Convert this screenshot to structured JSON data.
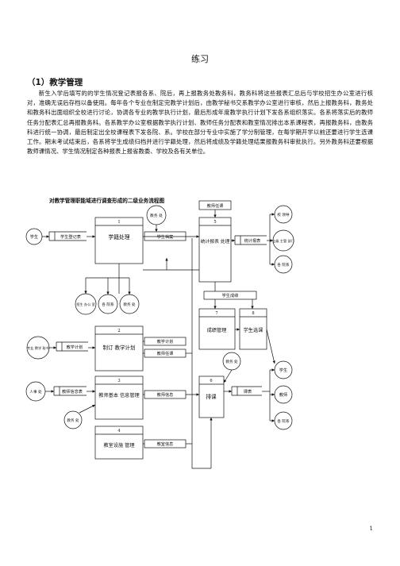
{
  "title": "练习",
  "section_heading": "（1）教学管理",
  "paragraph": "新生入学后填写的的学生情况登记表报各系、院后，再上报教务处教务科，教务科将这些报表汇总后与学校招生办公室进行核对，准确无误后存档以备使用。每年各个专业在制定完教学计划后，由教学秘书交系教学办公室进行审核，然后上报教务科，教务处和教务科出面组织全校进行讨论，协调各专业的教学执行计划，最后形成年度教学执行计划下发各系组织落实。各系将落实后的教师任务分配表汇总再报教务科。各系教学办公室根据教学执行计划、教师任务分配表和教室情况排出本系课程表，再报教务科，由教务科进行统一协调，最后制定出全校课程表下发各院、系。学校在部分专业中实施了学分制管理，在每学期开学以前还要进行学生选课工作。期末考试结束后，各系将学生成绩归档并进行学籍处理，然后将成绩及学籍处理结果报教务科审批执行。另外教务科还要根据教师课情况、学生情况制定各种报表上报省教委、学校及各有关单位。",
  "diagram_caption": "对教学管理职能域进行调查形成的二级业务流程图",
  "page_number": "1",
  "diagram": {
    "processes": [
      {
        "num": "1",
        "label": "学籍处理"
      },
      {
        "num": "2",
        "label": "制订 教学计划"
      },
      {
        "num": "3",
        "label": "教师基本 信息管理"
      },
      {
        "num": "4",
        "label": "教室设施 管理"
      },
      {
        "num": "5",
        "label": "统计报表 处理"
      },
      {
        "num": "6",
        "label": "排课"
      },
      {
        "num": "7",
        "label": "成绩管理"
      },
      {
        "num": "8",
        "label": "学生选课"
      }
    ],
    "entities": {
      "student_left": "学生",
      "jwc_top": "教务 处",
      "xiao_ld": "校 领导",
      "shangji": "上级 主管 部门",
      "gexi_right": "各 院系",
      "xiao_ban": "招生 办公 室",
      "gexi_mid": "各 院系",
      "jwc_mid": "教务 处",
      "zhuanye": "专业 教学 秘书",
      "renshi": "人事 处",
      "jwc_bottom": "教务 处",
      "jwc_right": "教务 处",
      "student_right": "学生",
      "teacher_right": "教师",
      "gexi_bottom": "各 院系"
    },
    "stores": {
      "xsdjb": "学生登记表",
      "jxjh_store": "教学计划",
      "jsxxb": "教师信息表",
      "tjbb": "统计报表",
      "kebiao": "课表"
    },
    "flows": {
      "jiaoshi_renwu": "教师任课",
      "xuesheng_dangan": "学生档案",
      "xuesheng_chengji": "学生成绩",
      "jiaoxue_jihua": "教学计划",
      "jiaoshi_renwu2": "教师任课",
      "jiaoshi_xinxi": "教师信息",
      "jiaoshi_info": "教室信息"
    }
  }
}
